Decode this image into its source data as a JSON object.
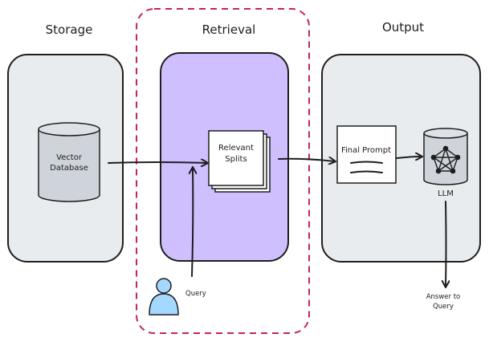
{
  "sections": {
    "storage": {
      "title": "Storage"
    },
    "retrieval": {
      "title": "Retrieval"
    },
    "output": {
      "title": "Output"
    }
  },
  "nodes": {
    "vector_db": {
      "line1": "Vector",
      "line2": "Database"
    },
    "relevant_splits": {
      "line1": "Relevant",
      "line2": "Splits"
    },
    "final_prompt": {
      "label": "Final Prompt"
    },
    "llm": {
      "label": "LLM"
    },
    "query": {
      "label": "Query"
    },
    "answer": {
      "line1": "Answer to",
      "line2": "Query"
    }
  },
  "colors": {
    "panel_fill": "#e9ecef",
    "retrieval_fill": "#d0bfff",
    "dashed_border": "#c2255c",
    "database_fill": "#ced4da",
    "user_fill": "#a5d8ff",
    "stroke": "#1e1e1e"
  },
  "icons": {
    "user": "user-icon",
    "llm": "network-icon",
    "database": "database-icon"
  }
}
